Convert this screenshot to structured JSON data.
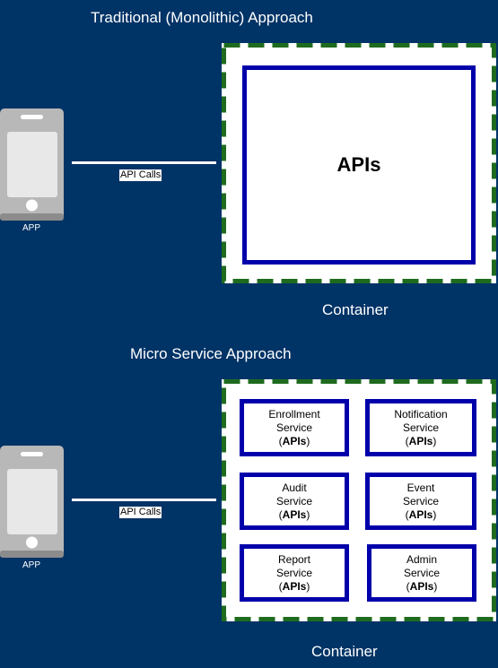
{
  "colors": {
    "background": "#003366",
    "dash_border": "#1e6b1e",
    "api_border": "#0000aa",
    "phone_body": "#b8b8b8",
    "phone_screen": "#e8e8e8"
  },
  "monolithic": {
    "title": "Traditional (Monolithic) Approach",
    "app_label": "APP",
    "call_label": "API Calls",
    "api_label": "APIs",
    "container_label": "Container"
  },
  "microservice": {
    "title": "Micro Service Approach",
    "app_label": "APP",
    "call_label": "API Calls",
    "container_label": "Container",
    "services": [
      {
        "name": "Enrollment",
        "word": "Service",
        "api": "APIs"
      },
      {
        "name": "Notification",
        "word": "Service",
        "api": "APIs"
      },
      {
        "name": "Audit",
        "word": "Service",
        "api": "APIs"
      },
      {
        "name": "Event",
        "word": "Service",
        "api": "APIs"
      },
      {
        "name": "Report",
        "word": "Service",
        "api": "APIs"
      },
      {
        "name": "Admin",
        "word": "Service",
        "api": "APIs"
      }
    ]
  }
}
